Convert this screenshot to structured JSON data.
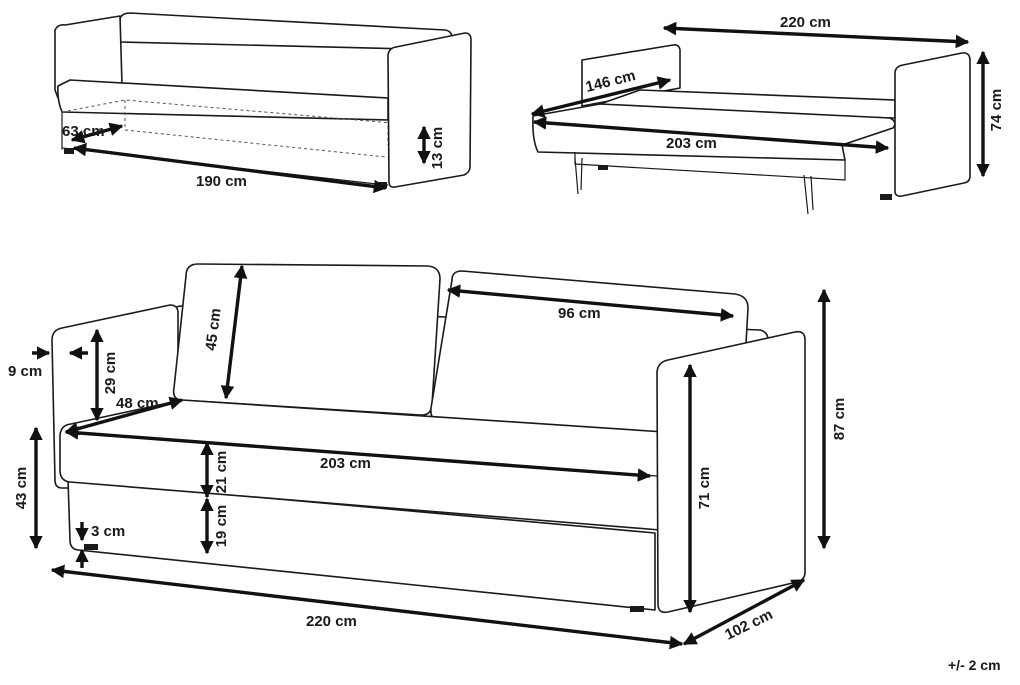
{
  "diagram": {
    "tolerance": "+/- 2 cm",
    "views": {
      "sofa_bed_closed": {
        "base_depth": "63 cm",
        "base_length": "190 cm",
        "base_height": "13 cm"
      },
      "sofa_bed_open": {
        "total_width": "220 cm",
        "bed_depth": "146 cm",
        "mattress_length": "203 cm",
        "height": "74 cm"
      },
      "sofa_main": {
        "backrest_cushion_height": "45 cm",
        "backrest_cushion_width": "96 cm",
        "armrest_width": "9 cm",
        "armrest_height_above_seat": "29 cm",
        "seat_depth": "48 cm",
        "seat_width": "203 cm",
        "seat_cushion_thickness": "21 cm",
        "base_height": "19 cm",
        "seat_height": "43 cm",
        "leg_height": "3 cm",
        "arm_height": "71 cm",
        "total_height": "87 cm",
        "total_width": "220 cm",
        "total_depth": "102 cm"
      }
    }
  }
}
